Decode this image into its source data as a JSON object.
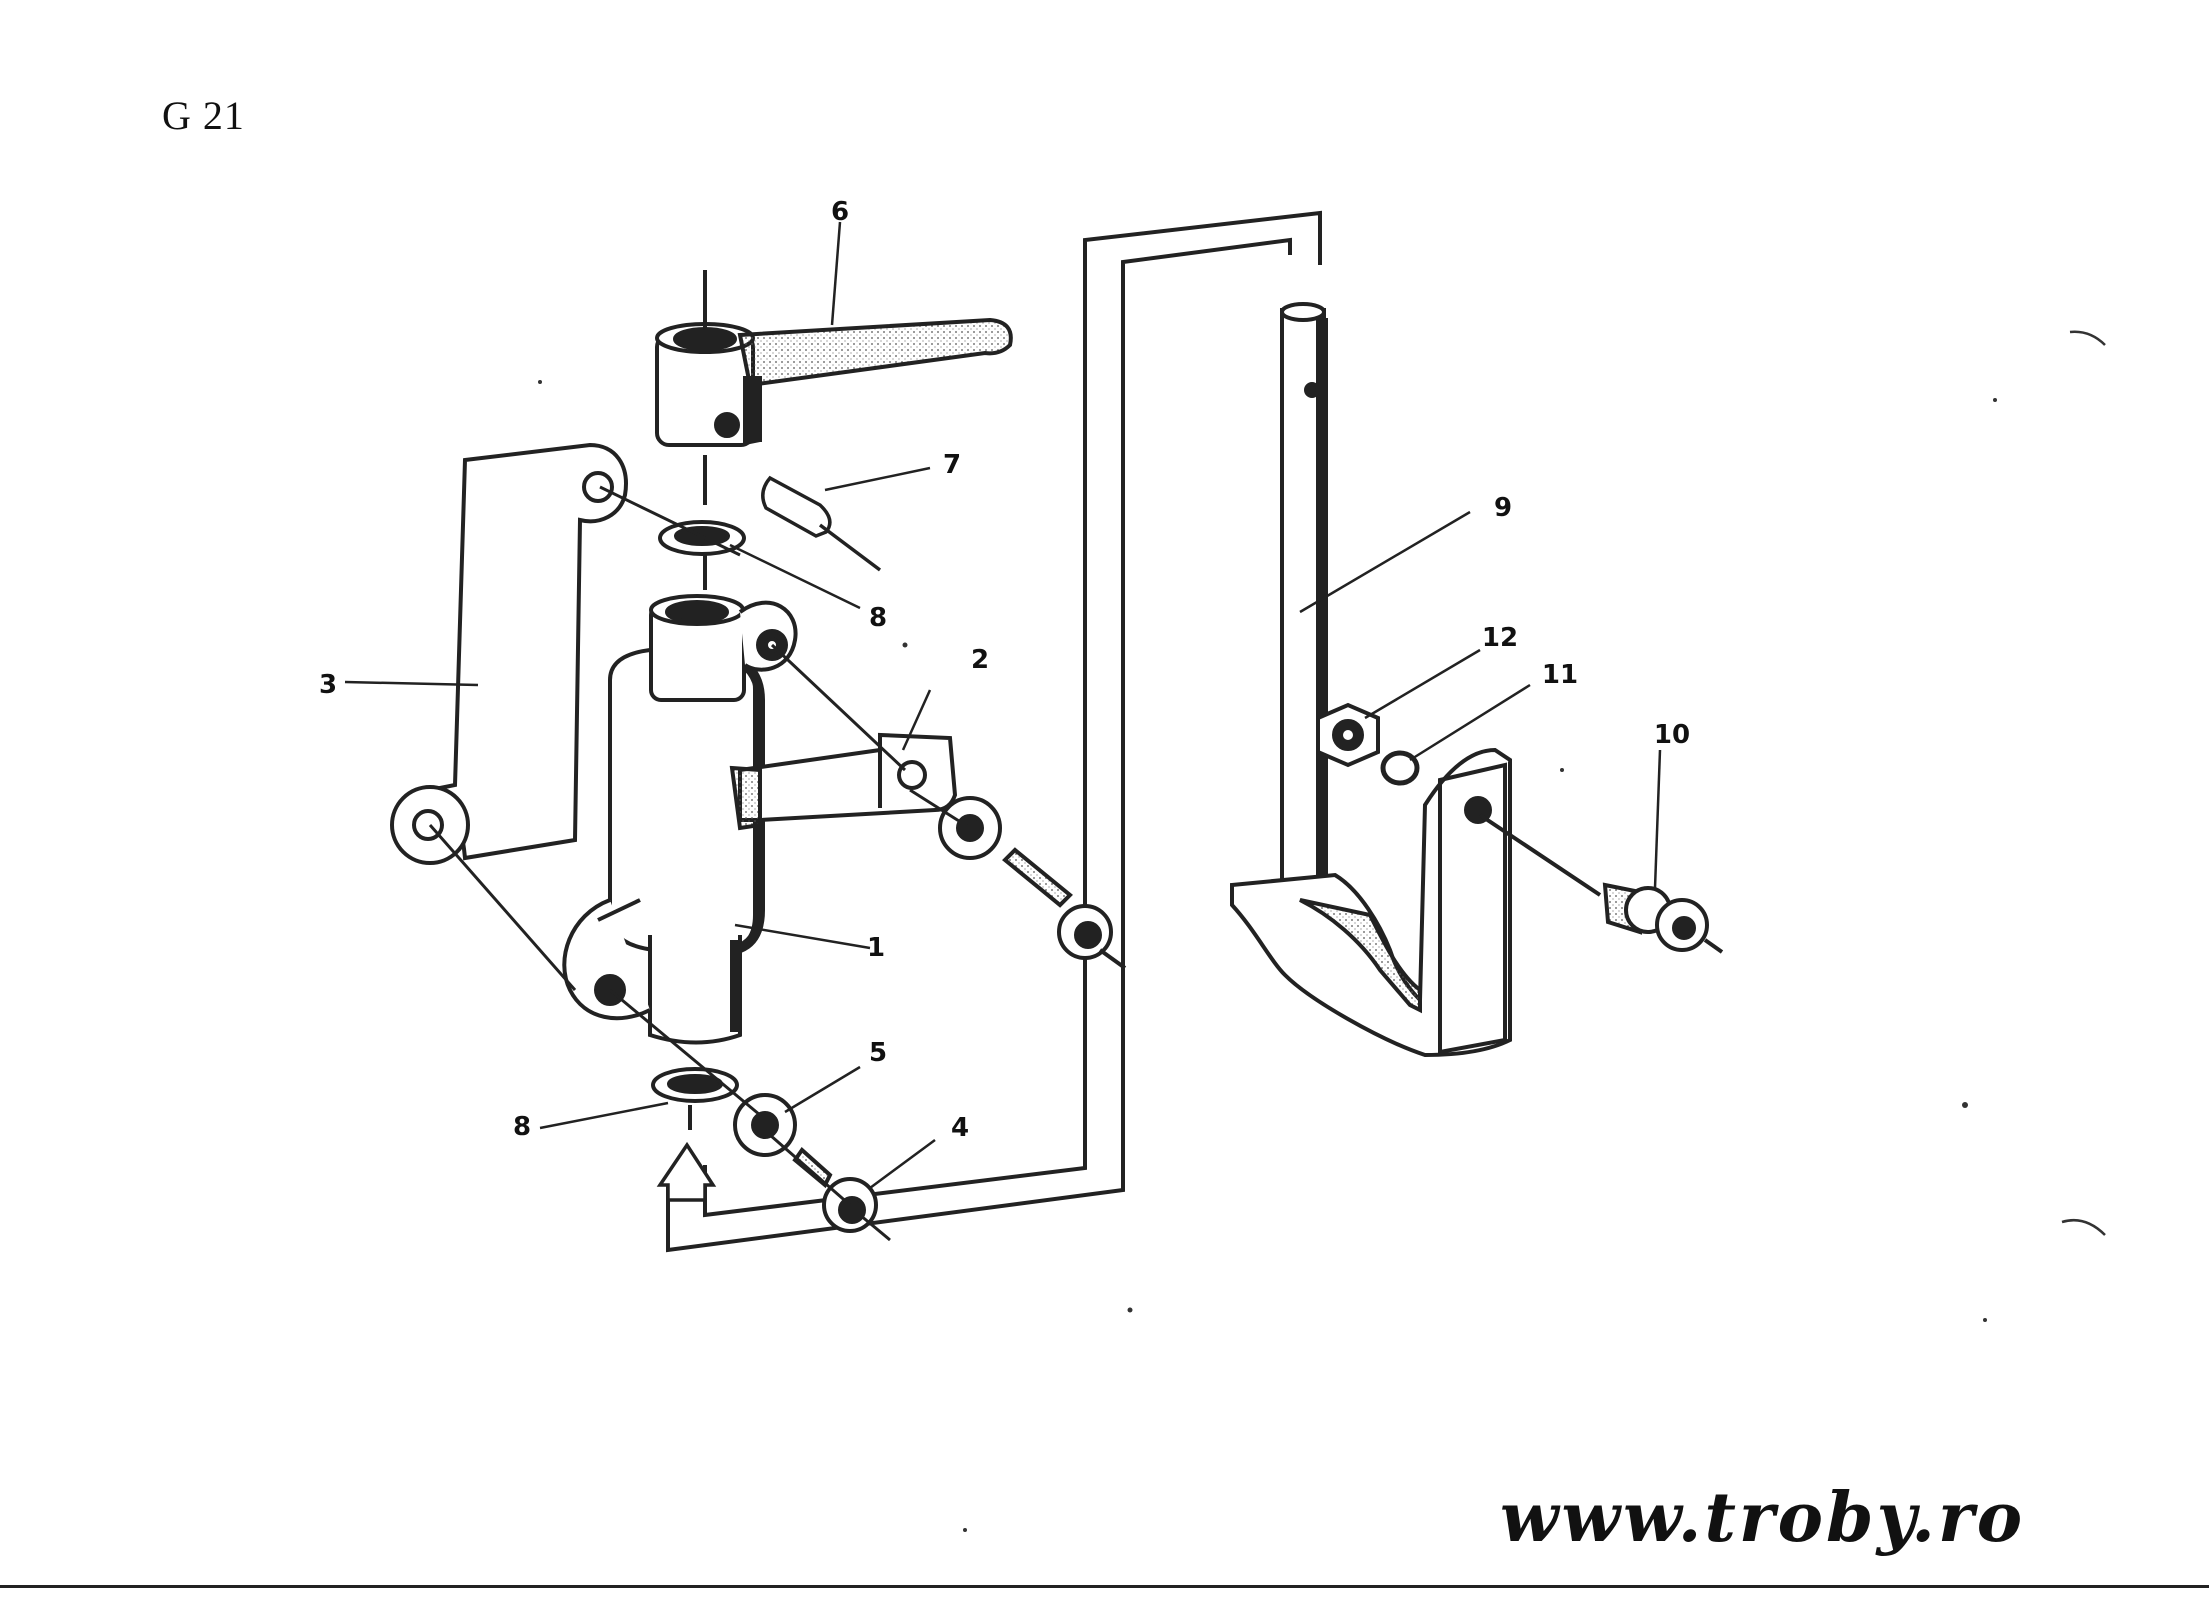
{
  "page": {
    "code": "G 21"
  },
  "callouts": [
    {
      "id": "cylinder",
      "number": "1"
    },
    {
      "id": "bracket",
      "number": "2"
    },
    {
      "id": "cover-plate",
      "number": "3"
    },
    {
      "id": "screw-lower",
      "number": "4"
    },
    {
      "id": "washer-lower",
      "number": "5"
    },
    {
      "id": "lever",
      "number": "6"
    },
    {
      "id": "pin",
      "number": "7"
    },
    {
      "id": "ring-upper",
      "number": "8"
    },
    {
      "id": "ring-lower",
      "number": "8"
    },
    {
      "id": "rod",
      "number": "9"
    },
    {
      "id": "bolt",
      "number": "10"
    },
    {
      "id": "spring-washer",
      "number": "11"
    },
    {
      "id": "nut",
      "number": "12"
    }
  ],
  "watermark": {
    "text": "www.troby.ro"
  }
}
